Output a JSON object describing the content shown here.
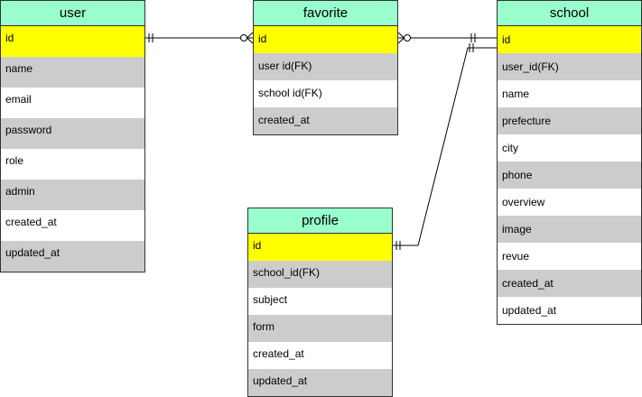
{
  "colors": {
    "header_bg": "#99ffcc",
    "pk_row_bg": "#ffff00",
    "shaded_row_bg": "#cccccc",
    "plain_row_bg": "#ffffff",
    "border": "#333333",
    "edge": "#000000"
  },
  "tables": {
    "user": {
      "name": "user",
      "rows": [
        {
          "label": "id",
          "fill": "pk"
        },
        {
          "label": "name",
          "fill": "shaded"
        },
        {
          "label": "email",
          "fill": "plain"
        },
        {
          "label": "password",
          "fill": "shaded"
        },
        {
          "label": "role",
          "fill": "plain"
        },
        {
          "label": "admin",
          "fill": "shaded"
        },
        {
          "label": "created_at",
          "fill": "plain"
        },
        {
          "label": "updated_at",
          "fill": "shaded"
        }
      ]
    },
    "favorite": {
      "name": "favorite",
      "rows": [
        {
          "label": "id",
          "fill": "pk"
        },
        {
          "label": "user id(FK)",
          "fill": "shaded"
        },
        {
          "label": "school id(FK)",
          "fill": "plain"
        },
        {
          "label": "created_at",
          "fill": "shaded"
        }
      ]
    },
    "school": {
      "name": "school",
      "rows": [
        {
          "label": "id",
          "fill": "pk"
        },
        {
          "label": "user_id(FK)",
          "fill": "shaded"
        },
        {
          "label": "name",
          "fill": "plain"
        },
        {
          "label": "prefecture",
          "fill": "shaded"
        },
        {
          "label": "city",
          "fill": "plain"
        },
        {
          "label": "phone",
          "fill": "shaded"
        },
        {
          "label": "overview",
          "fill": "plain"
        },
        {
          "label": "image",
          "fill": "shaded"
        },
        {
          "label": "revue",
          "fill": "plain"
        },
        {
          "label": "created_at",
          "fill": "shaded"
        },
        {
          "label": "updated_at",
          "fill": "plain"
        }
      ]
    },
    "profile": {
      "name": "profile",
      "rows": [
        {
          "label": "id",
          "fill": "pk"
        },
        {
          "label": "school_id(FK)",
          "fill": "shaded"
        },
        {
          "label": "subject",
          "fill": "plain"
        },
        {
          "label": "form",
          "fill": "shaded"
        },
        {
          "label": "created_at",
          "fill": "plain"
        },
        {
          "label": "updated_at",
          "fill": "shaded"
        }
      ]
    }
  },
  "relationships": [
    {
      "from": "user.id",
      "from_end": "exactly-one",
      "to": "favorite.id",
      "to_end": "zero-or-many"
    },
    {
      "from": "favorite.id",
      "from_end": "zero-or-many",
      "to": "school.id",
      "to_end": "exactly-one"
    },
    {
      "from": "profile.id",
      "from_end": "exactly-one",
      "to": "school.id",
      "to_end": "exactly-one"
    }
  ]
}
